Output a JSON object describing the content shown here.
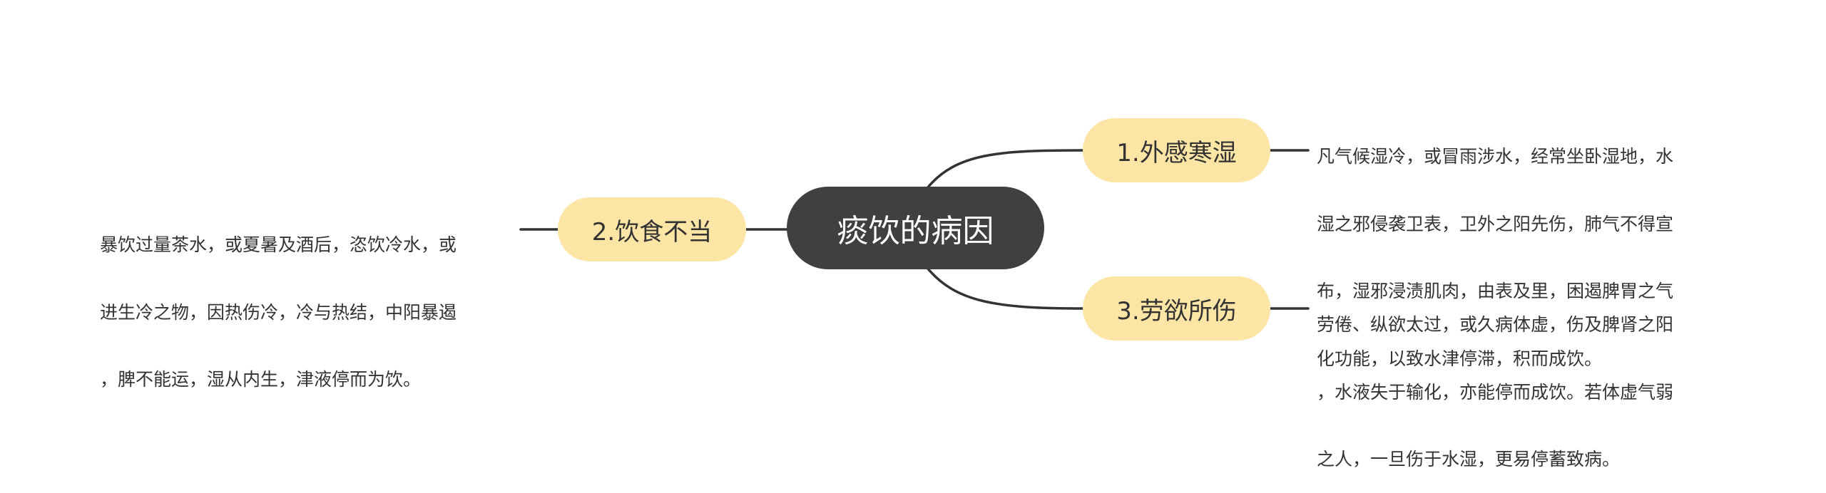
{
  "mindmap": {
    "root": {
      "label": "痰饮的病因"
    },
    "branches": [
      {
        "label": "1.外感寒湿",
        "side": "right",
        "detail_lines": [
          "凡气候湿冷，或冒雨涉水，经常坐卧湿地，水",
          "湿之邪侵袭卫表，卫外之阳先伤，肺气不得宣",
          "布，湿邪浸渍肌肉，由表及里，困遏脾胃之气",
          "化功能，以致水津停滞，积而成饮。"
        ]
      },
      {
        "label": "2.饮食不当",
        "side": "left",
        "detail_lines": [
          "暴饮过量茶水，或夏暑及酒后，恣饮冷水，或",
          "进生冷之物，因热伤冷，冷与热结，中阳暴遏",
          "，脾不能运，湿从内生，津液停而为饮。"
        ]
      },
      {
        "label": "3.劳欲所伤",
        "side": "right",
        "detail_lines": [
          "劳倦、纵欲太过，或久病体虚，伤及脾肾之阳",
          "，水液失于输化，亦能停而成饮。若体虚气弱",
          "之人，一旦伤于水湿，更易停蓄致病。"
        ]
      }
    ],
    "colors": {
      "root_fill": "#404040",
      "root_text": "#ffffff",
      "branch_fill": "#fde5a6",
      "branch_text": "#333333",
      "connector": "#333333",
      "leaf_text": "#333333"
    }
  }
}
